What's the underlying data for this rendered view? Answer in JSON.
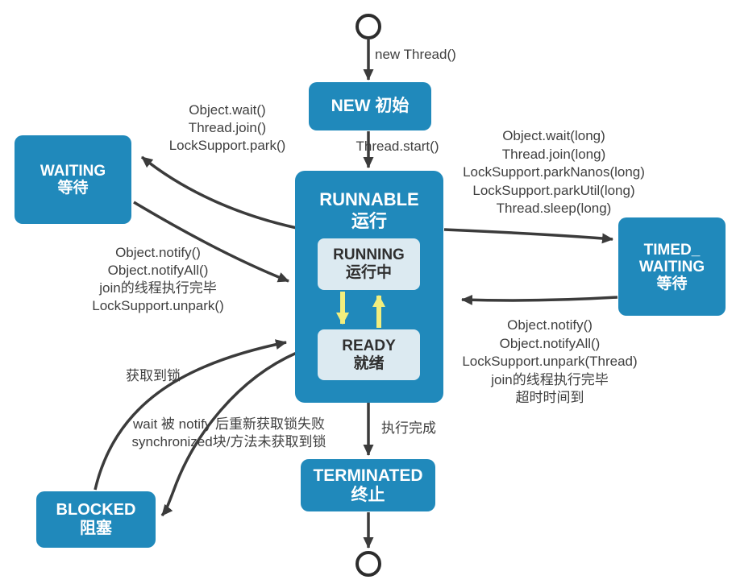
{
  "colors": {
    "node_fill": "#2089bb",
    "node_text": "#ffffff",
    "inner_fill": "#dceaf1",
    "inner_text": "#2f2f2f",
    "arrow_color": "#3b3b3b",
    "yellow_arrow": "#f2ee7d",
    "label_text": "#3f3f3f"
  },
  "nodes": {
    "new": {
      "title": "NEW 初始"
    },
    "runnable": {
      "en": "RUNNABLE",
      "zh": "运行"
    },
    "running": {
      "en": "RUNNING",
      "zh": "运行中"
    },
    "ready": {
      "en": "READY",
      "zh": "就绪"
    },
    "waiting": {
      "en": "WAITING",
      "zh": "等待"
    },
    "timed_waiting": {
      "line1": "TIMED_",
      "line2": "WAITING",
      "zh": "等待"
    },
    "blocked": {
      "en": "BLOCKED",
      "zh": "阻塞"
    },
    "terminated": {
      "en": "TERMINATED",
      "zh": "终止"
    }
  },
  "edge_labels": {
    "new_thread": "new Thread()",
    "thread_start": "Thread.start()",
    "to_waiting": [
      "Object.wait()",
      "Thread.join()",
      "LockSupport.park()"
    ],
    "from_waiting": [
      "Object.notify()",
      "Object.notifyAll()",
      "join的线程执行完毕",
      "LockSupport.unpark()"
    ],
    "to_timed_waiting": [
      "Object.wait(long)",
      "Thread.join(long)",
      "LockSupport.parkNanos(long)",
      "LockSupport.parkUtil(long)",
      "Thread.sleep(long)"
    ],
    "from_timed_waiting": [
      "Object.notify()",
      "Object.notifyAll()",
      "LockSupport.unpark(Thread)",
      "join的线程执行完毕",
      "超时时间到"
    ],
    "from_blocked": "获取到锁",
    "to_blocked": [
      "wait 被 notify 后重新获取锁失败",
      "synchronized块/方法未获取到锁"
    ],
    "to_terminated": "执行完成"
  }
}
